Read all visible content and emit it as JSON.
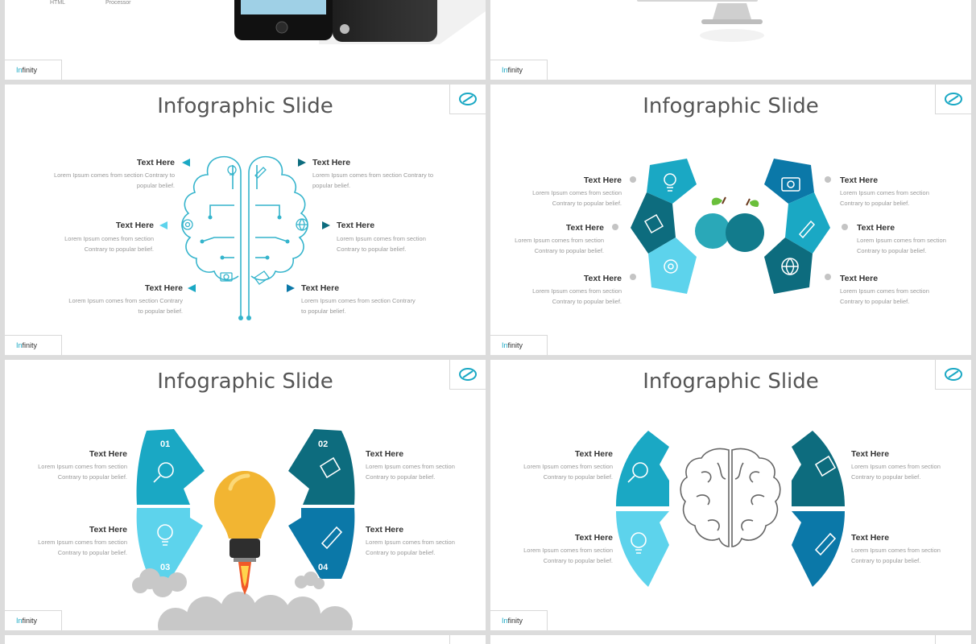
{
  "brand": {
    "prefix": "In",
    "rest": "finity"
  },
  "top_left": {
    "col1": "HTML",
    "col2": "Processor"
  },
  "slides": [
    {
      "title": "Infographic Slide",
      "items": [
        {
          "label": "Text Here",
          "desc1": "Lorem Ipsum comes from section Contrary to",
          "desc2": "popular belief."
        },
        {
          "label": "Text Here",
          "desc1": "Lorem Ipsum comes from section",
          "desc2": "Contrary to popular belief."
        },
        {
          "label": "Text Here",
          "desc1": "Lorem Ipsum comes from section Contrary",
          "desc2": "to popular belief."
        },
        {
          "label": "Text Here",
          "desc1": "Lorem Ipsum comes from section Contrary to",
          "desc2": "popular belief."
        },
        {
          "label": "Text Here",
          "desc1": "Lorem Ipsum comes from section",
          "desc2": "Contrary to popular belief."
        },
        {
          "label": "Text Here",
          "desc1": "Lorem Ipsum comes from section Contrary",
          "desc2": "to popular belief."
        }
      ]
    },
    {
      "title": "Infographic Slide",
      "items": [
        {
          "label": "Text Here",
          "desc1": "Lorem Ipsum comes from section",
          "desc2": "Contrary to popular belief."
        },
        {
          "label": "Text Here",
          "desc1": "Lorem Ipsum comes from section",
          "desc2": "Contrary to popular belief."
        },
        {
          "label": "Text Here",
          "desc1": "Lorem Ipsum comes from section",
          "desc2": "Contrary to popular belief."
        },
        {
          "label": "Text Here",
          "desc1": "Lorem Ipsum comes from section",
          "desc2": "Contrary to popular belief."
        },
        {
          "label": "Text Here",
          "desc1": "Lorem Ipsum comes from section",
          "desc2": "Contrary to popular belief."
        },
        {
          "label": "Text Here",
          "desc1": "Lorem Ipsum comes from section",
          "desc2": "Contrary to popular belief."
        }
      ]
    },
    {
      "title": "Infographic Slide",
      "numbers": [
        "01",
        "02",
        "03",
        "04"
      ],
      "items": [
        {
          "label": "Text Here",
          "desc1": "Lorem Ipsum comes from section",
          "desc2": "Contrary to popular belief."
        },
        {
          "label": "Text Here",
          "desc1": "Lorem Ipsum comes from section",
          "desc2": "Contrary to popular belief."
        },
        {
          "label": "Text Here",
          "desc1": "Lorem Ipsum comes from section",
          "desc2": "Contrary to popular belief."
        },
        {
          "label": "Text Here",
          "desc1": "Lorem Ipsum comes from section",
          "desc2": "Contrary to popular belief."
        }
      ]
    },
    {
      "title": "Infographic Slide",
      "items": [
        {
          "label": "Text Here",
          "desc1": "Lorem Ipsum comes from section",
          "desc2": "Contrary to popular belief."
        },
        {
          "label": "Text Here",
          "desc1": "Lorem Ipsum comes from section",
          "desc2": "Contrary to popular belief."
        },
        {
          "label": "Text Here",
          "desc1": "Lorem Ipsum comes from section",
          "desc2": "Contrary to popular belief."
        },
        {
          "label": "Text Here",
          "desc1": "Lorem Ipsum comes from section",
          "desc2": "Contrary to popular belief."
        }
      ]
    }
  ],
  "colors": {
    "teal_light": "#1aa8c4",
    "teal_pale": "#5dd3ec",
    "teal_dark": "#0d6c7e",
    "blue": "#0b78a8",
    "bulb": "#f2b532",
    "smoke": "#c8c8c8"
  }
}
